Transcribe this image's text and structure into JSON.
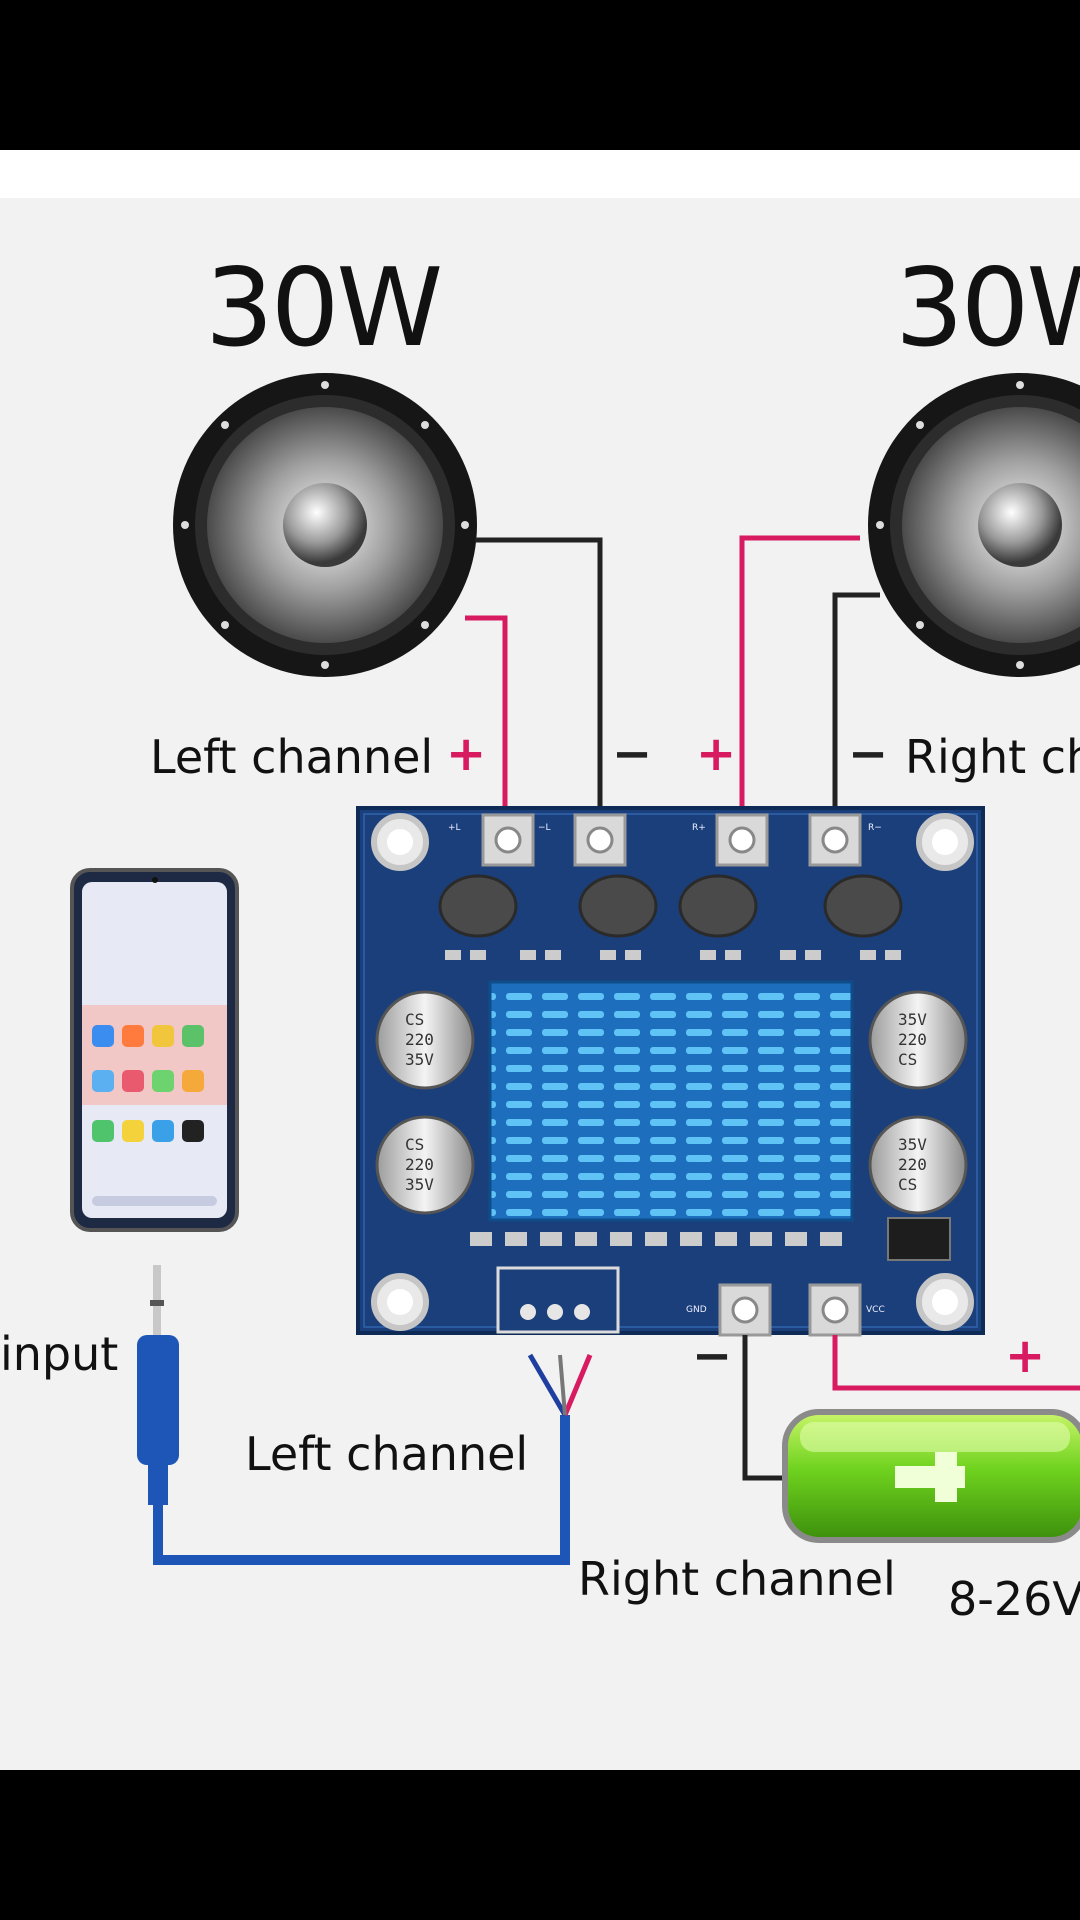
{
  "diagram": {
    "left_power": "30W",
    "right_power": "30W",
    "left_channel_label": "Left channel",
    "right_channel_label_top": "Right ch",
    "plus_sign": "+",
    "minus_sign": "−",
    "input_label": "input",
    "cable_left_channel": "Left channel",
    "cable_right_channel": "Right channel",
    "voltage_label": "8-26V",
    "board_pins": {
      "l_plus": "+L",
      "l_minus": "−L",
      "r_plus": "R+",
      "r_minus": "R−",
      "gnd": "GND",
      "vcc": "VCC"
    },
    "capacitor_text": [
      "CS",
      "220",
      "35V"
    ]
  },
  "colors": {
    "wire_red": "#d81b60",
    "wire_black": "#222222",
    "pcb_blue": "#1b3f7a",
    "heatsink": "#2f8fd6",
    "battery_green": "#5ec21a",
    "cable_blue": "#1e56b8"
  }
}
